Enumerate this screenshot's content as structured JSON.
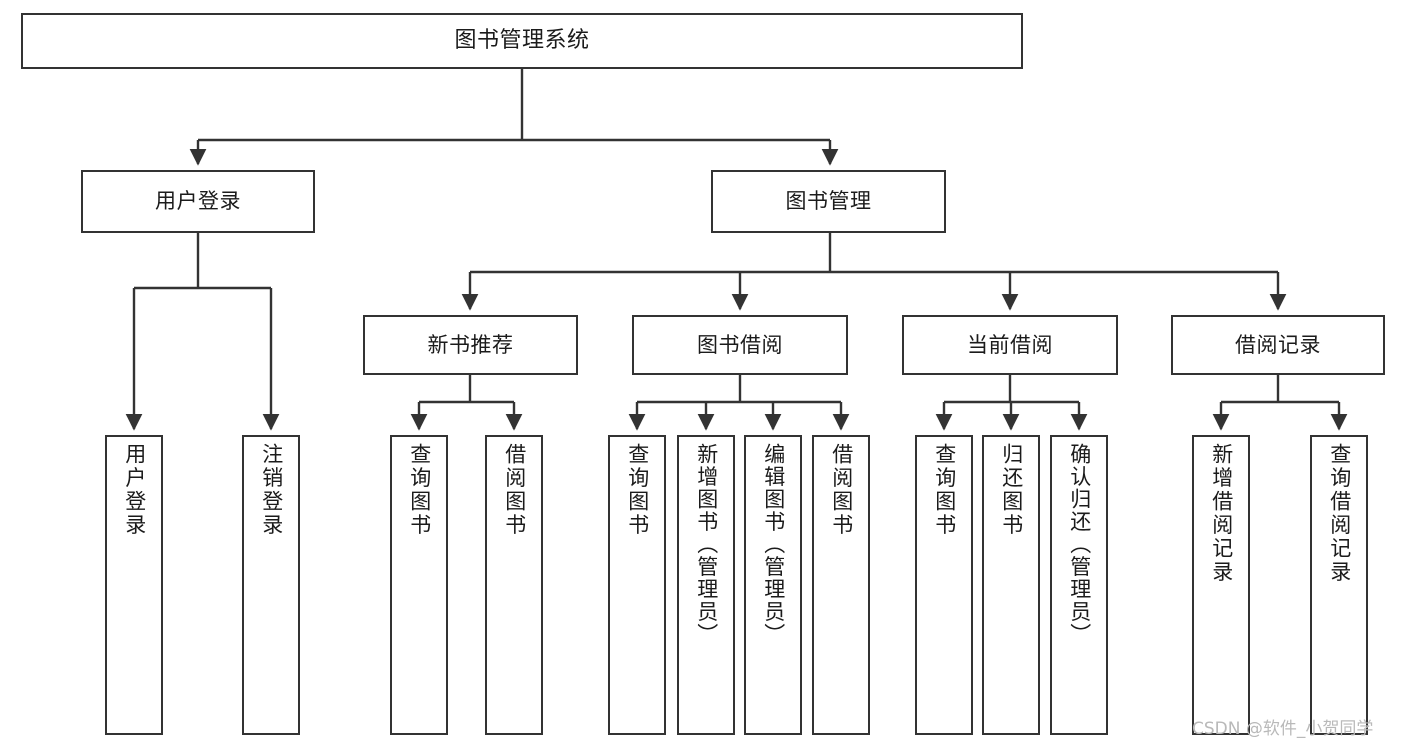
{
  "diagram": {
    "title": "图书管理系统",
    "type": "tree-hierarchy-chart",
    "stroke_color": "#333333",
    "fill_color": "#ffffff",
    "text_color": "#1b1b1b",
    "root": {
      "label": "图书管理系统"
    },
    "level2": [
      {
        "label": "用户登录"
      },
      {
        "label": "图书管理"
      }
    ],
    "level3": [
      {
        "label": "新书推荐"
      },
      {
        "label": "图书借阅"
      },
      {
        "label": "当前借阅"
      },
      {
        "label": "借阅记录"
      }
    ],
    "leaves": {
      "user_login": [
        {
          "label": "用户登录"
        },
        {
          "label": "注销登录"
        }
      ],
      "new_book_recommend": [
        {
          "label": "查询图书"
        },
        {
          "label": "借阅图书"
        }
      ],
      "book_borrow": [
        {
          "label": "查询图书"
        },
        {
          "label": "新增图书（管理员）"
        },
        {
          "label": "编辑图书（管理员）"
        },
        {
          "label": "借阅图书"
        }
      ],
      "current_borrow": [
        {
          "label": "查询图书"
        },
        {
          "label": "归还图书"
        },
        {
          "label": "确认归还（管理员）"
        }
      ],
      "borrow_record": [
        {
          "label": "新增借阅记录"
        },
        {
          "label": "查询借阅记录"
        }
      ]
    }
  },
  "watermark": {
    "text": "CSDN @软件_小贺同学"
  }
}
